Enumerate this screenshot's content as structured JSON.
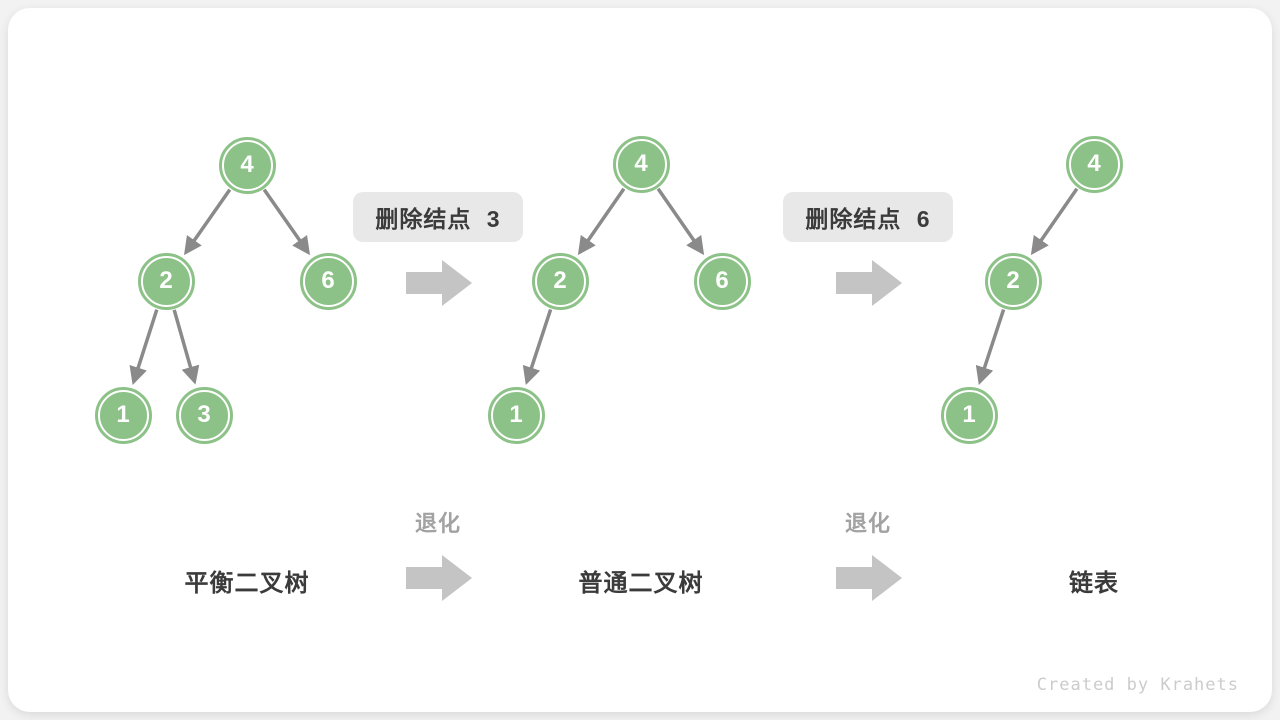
{
  "watermark": "Created by Krahets",
  "colors": {
    "node_green": "#8cc287",
    "edge_gray": "#8a8a8a",
    "block_arrow_gray": "#c4c4c4",
    "label_background": "#e8e8e8",
    "dark_text": "#3b3b3b",
    "gray_text": "#a2a2a2"
  },
  "trees": [
    {
      "caption": "平衡二叉树",
      "nodes": [
        {
          "value": "4"
        },
        {
          "value": "2"
        },
        {
          "value": "6"
        },
        {
          "value": "1"
        },
        {
          "value": "3"
        }
      ],
      "edges": [
        [
          "4",
          "2"
        ],
        [
          "4",
          "6"
        ],
        [
          "2",
          "1"
        ],
        [
          "2",
          "3"
        ]
      ]
    },
    {
      "caption": "普通二叉树",
      "nodes": [
        {
          "value": "4"
        },
        {
          "value": "2"
        },
        {
          "value": "6"
        },
        {
          "value": "1"
        }
      ],
      "edges": [
        [
          "4",
          "2"
        ],
        [
          "4",
          "6"
        ],
        [
          "2",
          "1"
        ]
      ]
    },
    {
      "caption": "链表",
      "nodes": [
        {
          "value": "4"
        },
        {
          "value": "2"
        },
        {
          "value": "1"
        }
      ],
      "edges": [
        [
          "4",
          "2"
        ],
        [
          "2",
          "1"
        ]
      ]
    }
  ],
  "transitions": [
    {
      "label": "删除结点 3"
    },
    {
      "label": "删除结点 6"
    }
  ],
  "degrade": [
    {
      "label": "退化"
    },
    {
      "label": "退化"
    }
  ]
}
